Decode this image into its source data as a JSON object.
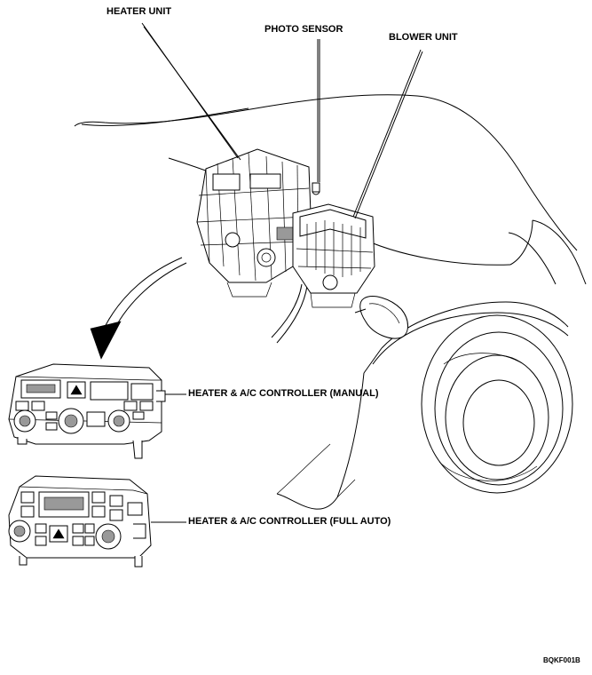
{
  "labels": {
    "heater_unit": "HEATER UNIT",
    "photo_sensor": "PHOTO SENSOR",
    "blower_unit": "BLOWER UNIT",
    "controller_manual": "HEATER & A/C CONTROLLER (MANUAL)",
    "controller_full_auto": "HEATER & A/C CONTROLLER (FULL AUTO)"
  },
  "figure_code": "BQKF001B"
}
